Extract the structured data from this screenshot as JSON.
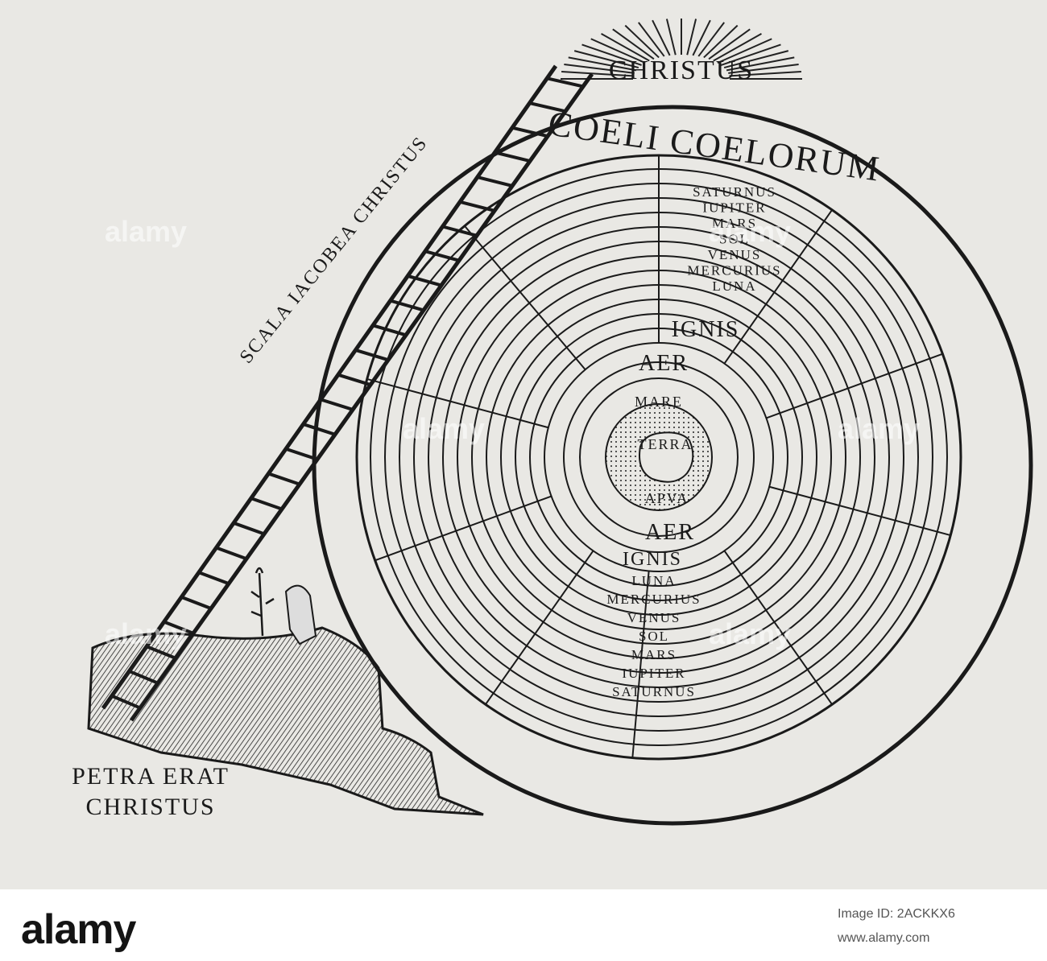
{
  "diagram": {
    "christus": "CHRISTUS",
    "coeli": "COELI COELORUM",
    "scala": "SCALA IACOBEA CHRISTUS",
    "petra_line1": "PETRA ERAT",
    "petra_line2": "CHRISTUS",
    "upper_planets": [
      "SATURNUS",
      "IUPITER",
      "MARS",
      "SOL",
      "VENUS",
      "MERCURIUS",
      "LUNA"
    ],
    "lower_planets": [
      "LUNA",
      "MERCURIUS",
      "VENUS",
      "SOL",
      "MARS",
      "IUPITER",
      "SATURNUS"
    ],
    "ignis_top": "IGNIS",
    "aer_top": "AER",
    "mare": "MARE",
    "terra": "TERRA",
    "aqua": "APVA",
    "aer_bottom": "AER",
    "ignis_bottom": "IGNIS"
  },
  "watermark": "alamy",
  "footer": {
    "brand": "alamy",
    "image_id": "Image ID: 2ACKKX6",
    "url": "www.alamy.com"
  }
}
